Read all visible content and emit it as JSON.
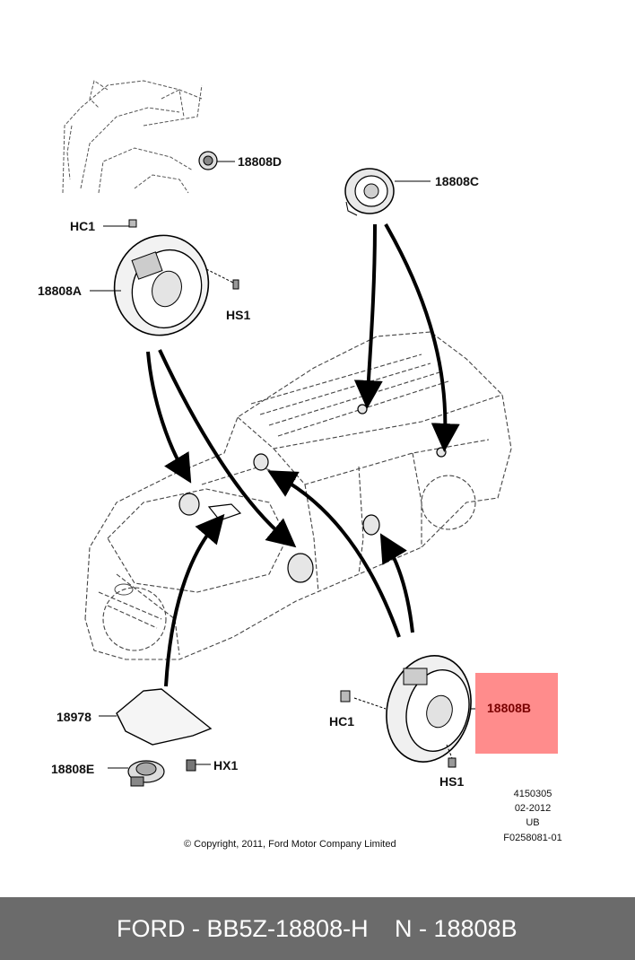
{
  "callouts": {
    "c18808D": "18808D",
    "c18808C": "18808C",
    "hc1_top": "HC1",
    "c18808A": "18808A",
    "hs1_top": "HS1",
    "c18978": "18978",
    "c18808E": "18808E",
    "hx1": "HX1",
    "hc1_bottom": "HC1",
    "hs1_bottom": "HS1",
    "c18808B": "18808B"
  },
  "doc_info": {
    "number": "4150305",
    "date": "02-2012",
    "code": "UB",
    "figure_id": "F0258081-01"
  },
  "copyright": "© Copyright, 2011, Ford Motor Company Limited",
  "footer": {
    "part_number": "FORD - BB5Z-18808-H",
    "ref_number": "N - 18808B"
  },
  "colors": {
    "highlight": "#ff8c8c",
    "footer_bg": "#6b6b6b"
  }
}
